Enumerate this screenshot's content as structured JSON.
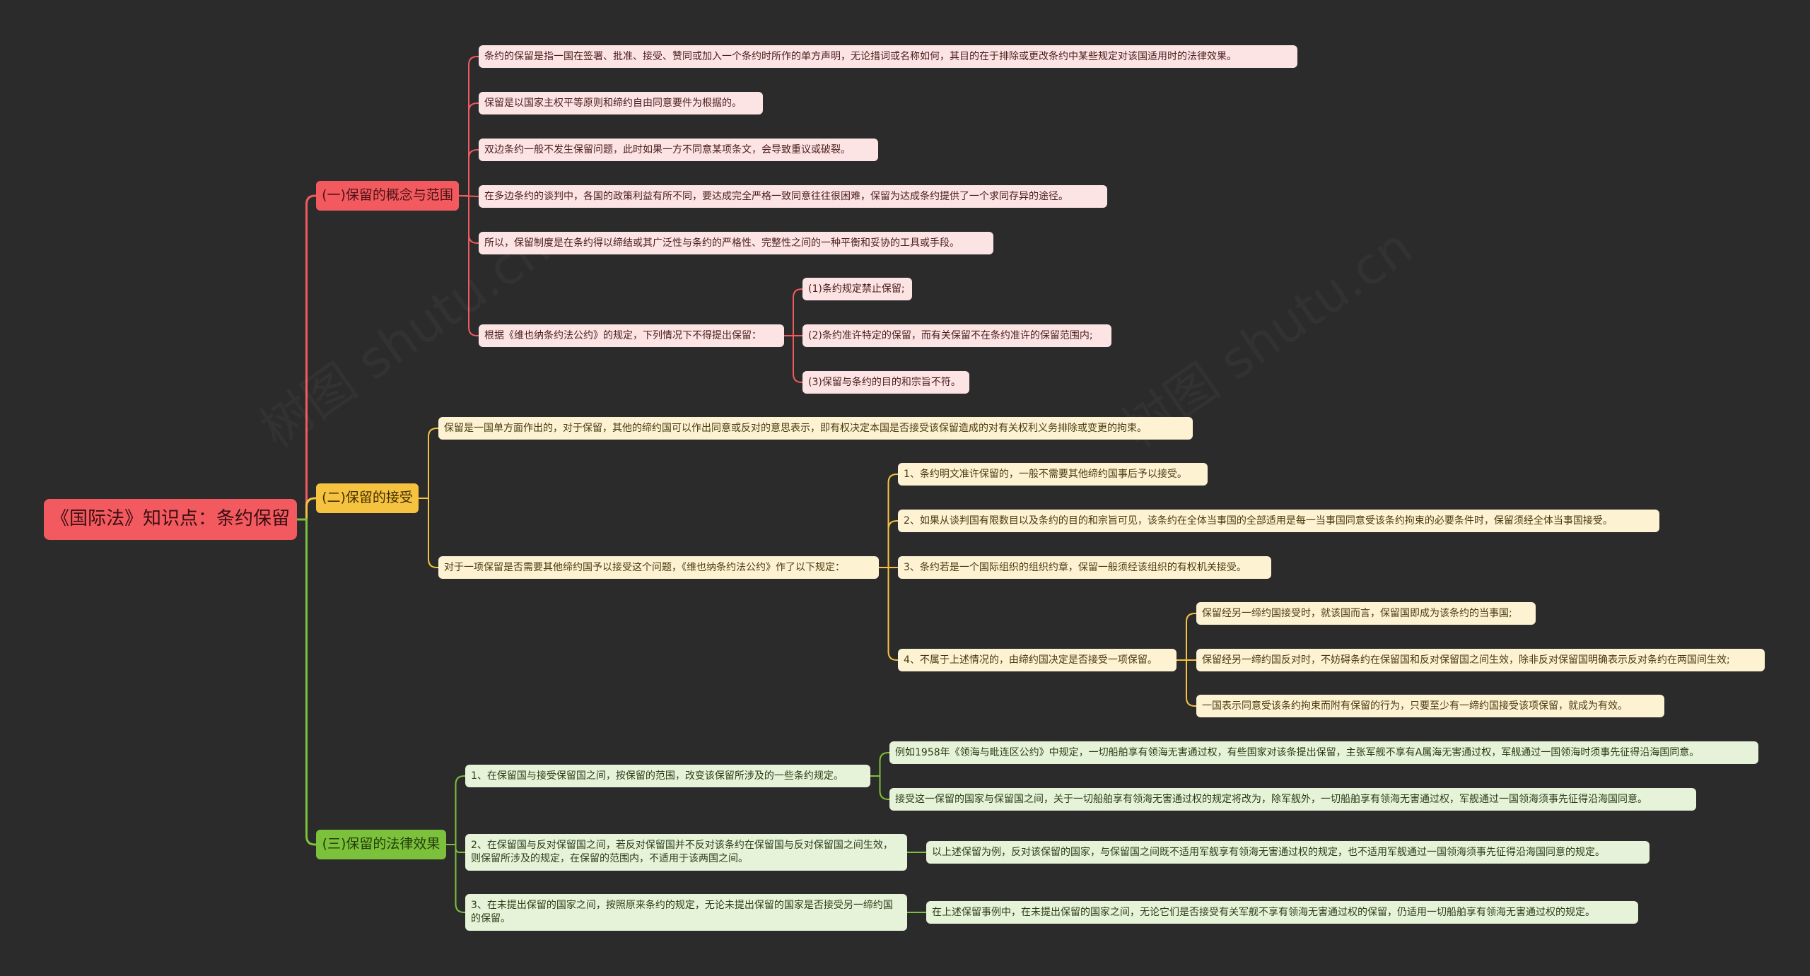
{
  "root": {
    "title": "《国际法》知识点：条约保留"
  },
  "branches": [
    {
      "label": "(一)保留的概念与范围",
      "color": "#f25a5f",
      "children": [
        "条约的保留是指一国在签署、批准、接受、赞同或加入一个条约时所作的单方声明，无论措词或名称如何，其目的在于排除或更改条约中某些规定对该国适用时的法律效果。",
        "保留是以国家主权平等原则和缔约自由同意要件为根据的。",
        "双边条约一般不发生保留问题，此时如果一方不同意某项条文，会导致重议或破裂。",
        "在多边条约的谈判中，各国的政策利益有所不同，要达成完全严格一致同意往往很困难，保留为达成条约提供了一个求同存异的途径。",
        "所以，保留制度是在条约得以缔结或其广泛性与条约的严格性、完整性之间的一种平衡和妥协的工具或手段。",
        "根据《维也纳条约法公约》的规定，下列情况下不得提出保留："
      ],
      "sub": [
        "(1)条约规定禁止保留;",
        "(2)条约准许特定的保留，而有关保留不在条约准许的保留范围内;",
        "(3)保留与条约的目的和宗旨不符。"
      ]
    },
    {
      "label": "(二)保留的接受",
      "color": "#f6c341",
      "children": [
        "保留是一国单方面作出的，对于保留，其他的缔约国可以作出同意或反对的意思表示，即有权决定本国是否接受该保留造成的对有关权利义务排除或变更的拘束。",
        "对于一项保留是否需要其他缔约国予以接受这个问题，《维也纳条约法公约》作了以下规定："
      ],
      "sub": [
        "1、条约明文准许保留的，一般不需要其他缔约国事后予以接受。",
        "2、如果从谈判国有限数目以及条约的目的和宗旨可见，该条约在全体当事国的全部适用是每一当事国同意受该条约拘束的必要条件时，保留须经全体当事国接受。",
        "3、条约若是一个国际组织的组织约章，保留一般须经该组织的有权机关接受。",
        "4、不属于上述情况的，由缔约国决定是否接受一项保留。"
      ],
      "subsub": [
        "保留经另一缔约国接受时，就该国而言，保留国即成为该条约的当事国;",
        "保留经另一缔约国反对时，不妨碍条约在保留国和反对保留国之间生效，除非反对保留国明确表示反对条约在两国间生效;",
        "一国表示同意受该条约拘束而附有保留的行为，只要至少有一缔约国接受该项保留，就成为有效。"
      ]
    },
    {
      "label": "(三)保留的法律效果",
      "color": "#7cc13c",
      "children": [
        "1、在保留国与接受保留国之间，按保留的范围，改变该保留所涉及的一些条约规定。",
        "2、在保留国与反对保留国之间，若反对保留国并不反对该条约在保留国与反对保留国之间生效，则保留所涉及的规定，在保留的范围内，不适用于该两国之间。",
        "3、在未提出保留的国家之间，按照原来条约的规定，无论未提出保留的国家是否接受另一缔约国的保留。"
      ],
      "sub": [
        "例如1958年《领海与毗连区公约》中规定，一切船舶享有领海无害通过权，有些国家对该条提出保留，主张军舰不享有A属海无害通过权，军舰通过一国领海时须事先征得沿海国同意。",
        "接受这一保留的国家与保留国之间，关于一切船舶享有领海无害通过权的规定将改为，除军舰外，一切船舶享有领海无害通过权，军舰通过一国领海须事先征得沿海国同意。",
        "以上述保留为例，反对该保留的国家，与保留国之间既不适用军舰享有领海无害通过权的规定，也不适用军舰通过一国领海须事先征得沿海国同意的规定。",
        "在上述保留事例中，在未提出保留的国家之间，无论它们是否接受有关军舰不享有领海无害通过权的保留，仍适用一切船舶享有领海无害通过权的规定。"
      ]
    }
  ],
  "colors": {
    "background": "#2b2b2b",
    "red": "#f25a5f",
    "yellow": "#f6c341",
    "green": "#7cc13c"
  }
}
